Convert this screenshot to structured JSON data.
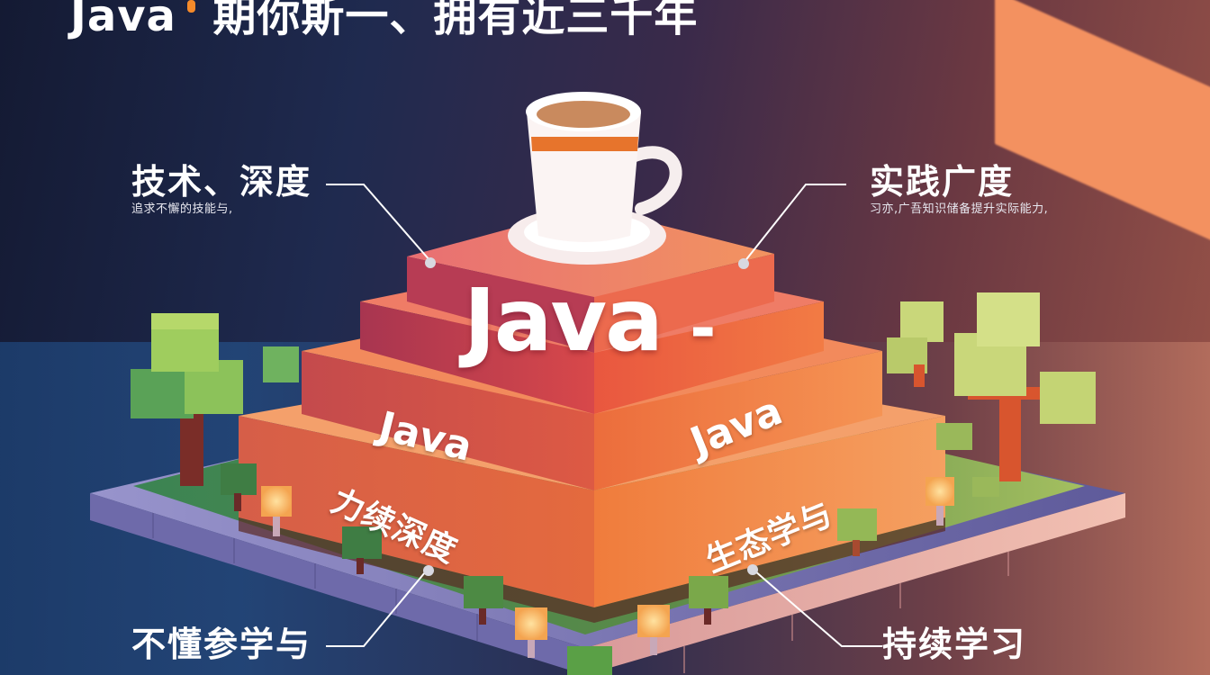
{
  "title": {
    "prefix": "Java",
    "text": "期你斯一、拥有近三千年"
  },
  "callouts": {
    "top_left": {
      "heading": "技术、深度",
      "subtext": "追求不懈的技能与,"
    },
    "top_right": {
      "heading": "实践广度",
      "subtext": "习亦,广吾知识储备提升实际能力,"
    },
    "bottom_left": {
      "heading": "不懂参学与"
    },
    "bottom_right": {
      "heading": "持续学习"
    }
  },
  "pyramid": {
    "top_label": "Java",
    "top_mark": "-",
    "left_face_label": "Java",
    "right_face_label": "Java",
    "left_side_text": "力续深度",
    "right_side_text": "生态学与"
  },
  "colors": {
    "bg_dark": "#141a33",
    "bg_warm": "#9a5448",
    "wall_orange": "#f39160",
    "tier_top": "#e2545c",
    "tier_mid": "#ea6a45",
    "tier_base": "#f0874a",
    "grass_left": "#3f8a55",
    "grass_right": "#9ab85a",
    "tile_left": "#8a86c0",
    "tile_right": "#eab0a8",
    "cup": "#fbf6f4",
    "cup_stripe": "#e7742c",
    "coffee": "#c98a5e"
  }
}
